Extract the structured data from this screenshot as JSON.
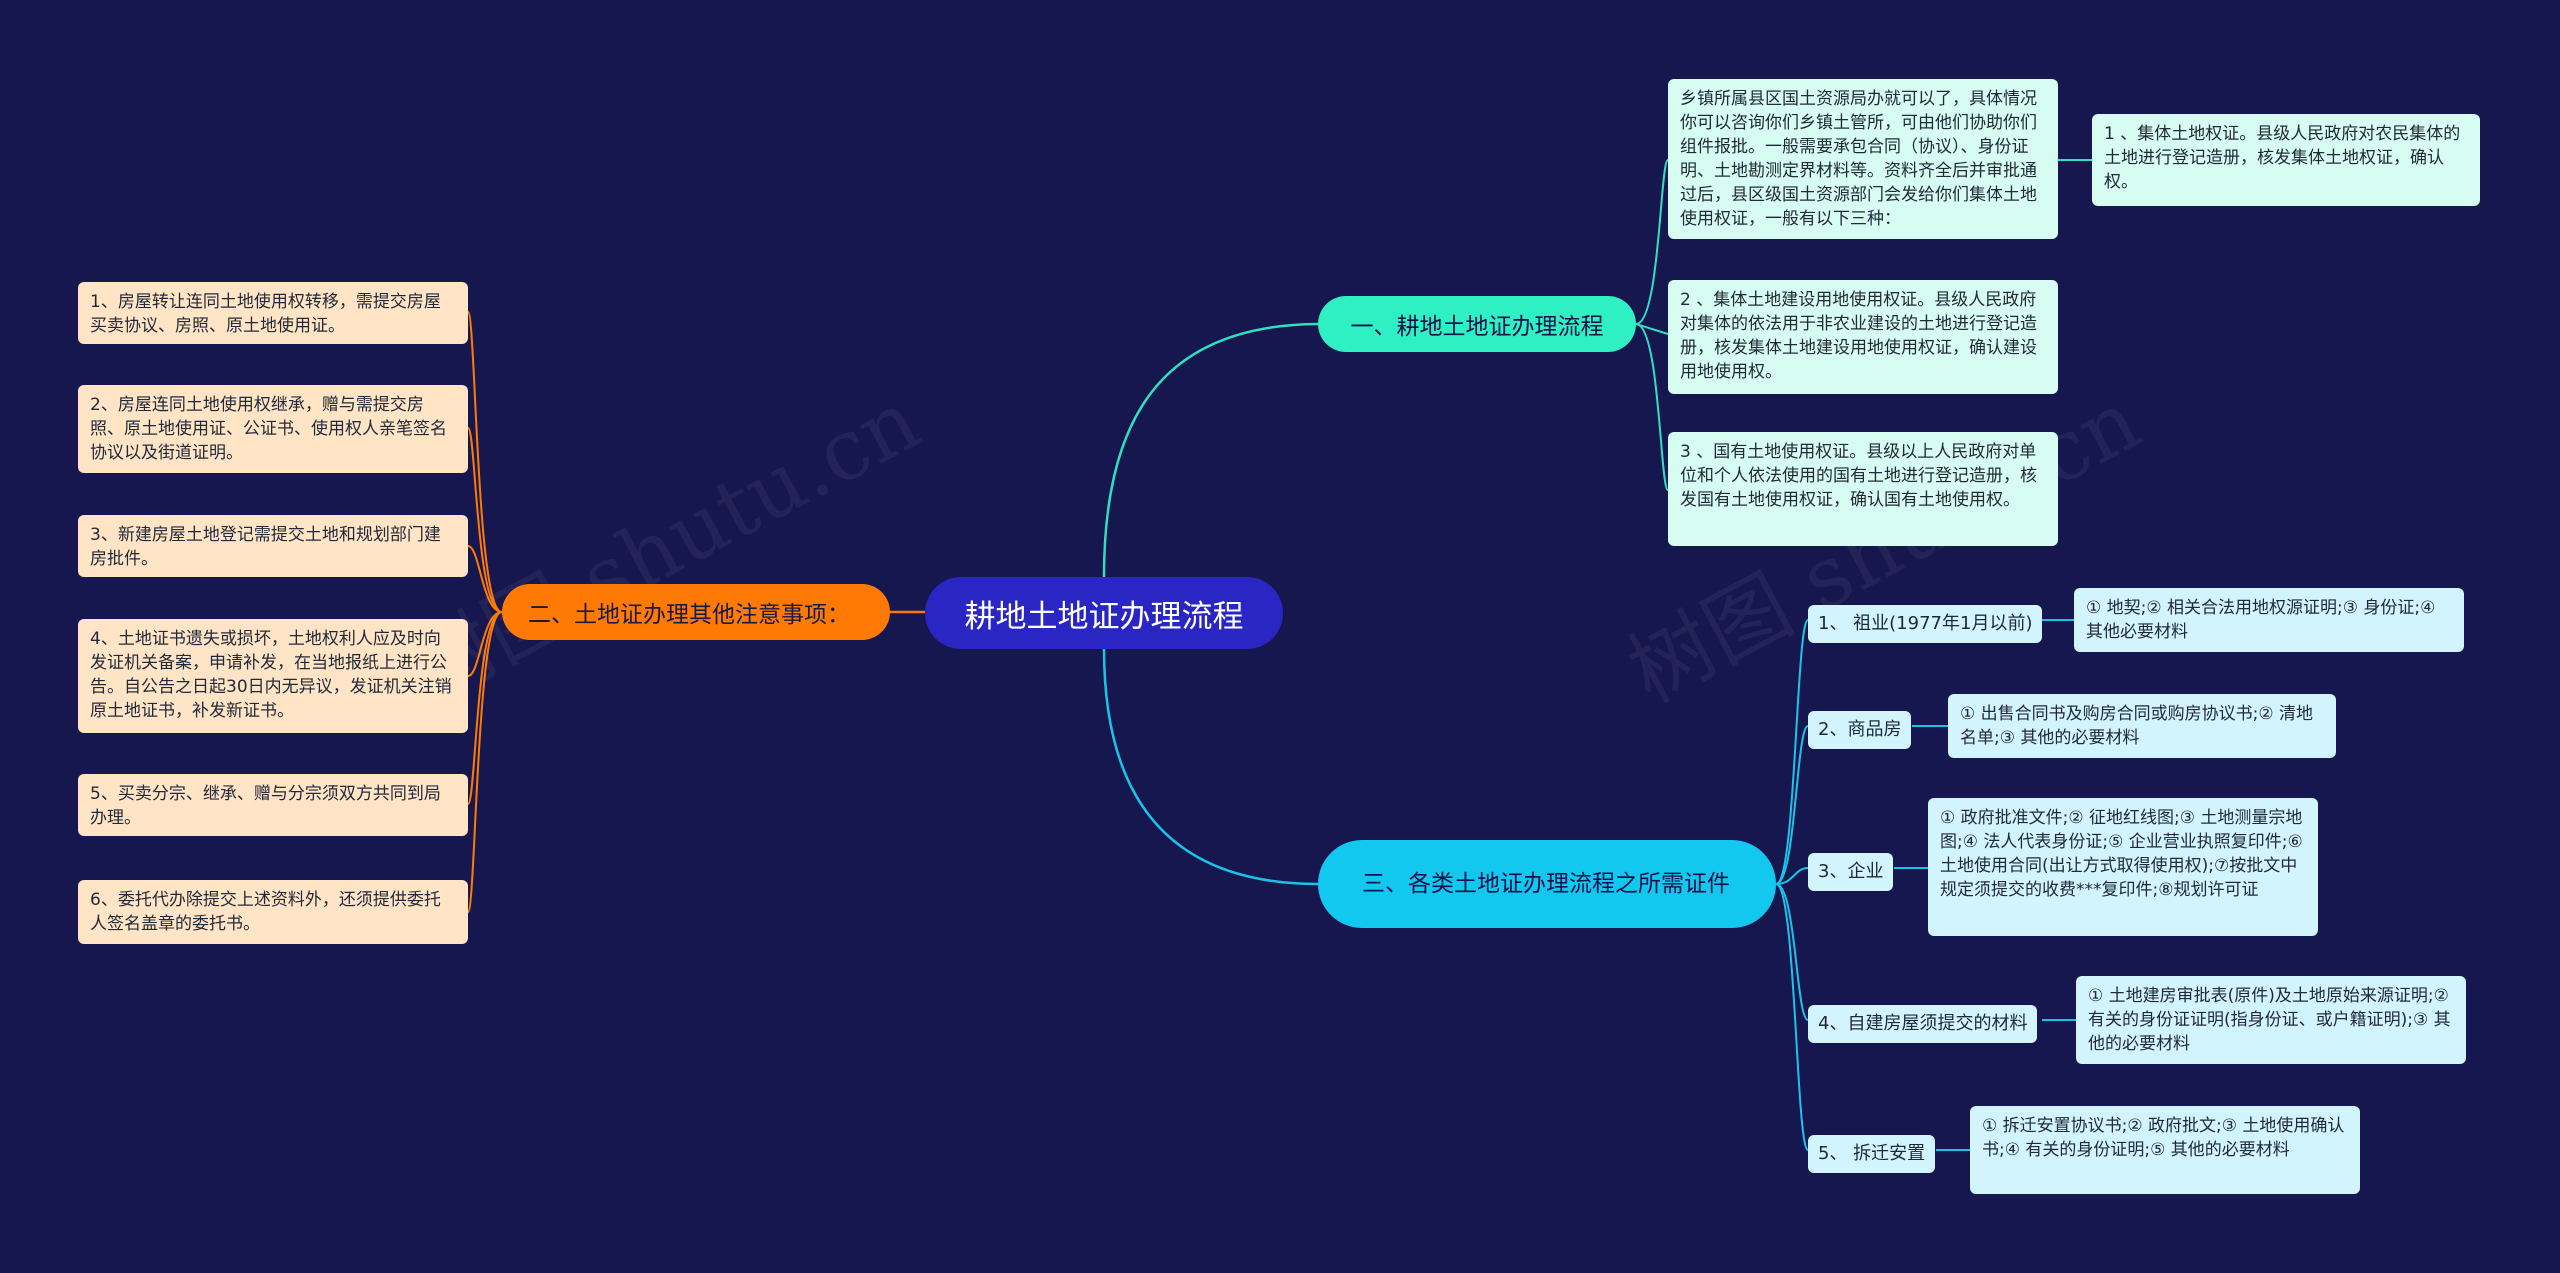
{
  "root": "耕地土地证办理流程",
  "branches": {
    "b1": {
      "label": "一、耕地土地证办理流程",
      "intro": "乡镇所属县区国土资源局办就可以了，具体情况你可以咨询你们乡镇土管所，可由他们协助你们组件报批。一般需要承包合同（协议）、身份证明、土地勘测定界材料等。资料齐全后并审批通过后，县区级国土资源部门会发给你们集体土地使用权证，一般有以下三种：",
      "item1": "1 、集体土地权证。县级人民政府对农民集体的土地进行登记造册，核发集体土地权证，确认权。",
      "item2": "2 、集体土地建设用地使用权证。县级人民政府对集体的依法用于非农业建设的土地进行登记造册，核发集体土地建设用地使用权证，确认建设用地使用权。",
      "item3": "3 、国有土地使用权证。县级以上人民政府对单位和个人依法使用的国有土地进行登记造册，核发国有土地使用权证，确认国有土地使用权。"
    },
    "b2": {
      "label": "二、土地证办理其他注意事项：",
      "items": [
        "1、房屋转让连同土地使用权转移，需提交房屋买卖协议、房照、原土地使用证。",
        "2、房屋连同土地使用权继承，赠与需提交房照、原土地使用证、公证书、使用权人亲笔签名协议以及街道证明。",
        "3、新建房屋土地登记需提交土地和规划部门建房批件。",
        "4、土地证书遗失或损坏，土地权利人应及时向发证机关备案，申请补发，在当地报纸上进行公告。自公告之日起30日内无异议，发证机关注销原土地证书，补发新证书。",
        "5、买卖分宗、继承、赠与分宗须双方共同到局办理。",
        "6、委托代办除提交上述资料外，还须提供委托人签名盖章的委托书。"
      ]
    },
    "b3": {
      "label": "三、各类土地证办理流程之所需证件",
      "subs": [
        {
          "label": "1、 祖业(1977年1月以前)",
          "detail": "① 地契;② 相关合法用地权源证明;③ 身份证;④ 其他必要材料"
        },
        {
          "label": "2、商品房",
          "detail": "① 出售合同书及购房合同或购房协议书;② 清地名单;③ 其他的必要材料"
        },
        {
          "label": "3、企业",
          "detail": "① 政府批准文件;② 征地红线图;③ 土地测量宗地图;④ 法人代表身份证;⑤ 企业营业执照复印件;⑥ 土地使用合同(出让方式取得使用权);⑦按批文中规定须提交的收费***复印件;⑧规划许可证"
        },
        {
          "label": "4、自建房屋须提交的材料",
          "detail": "① 土地建房审批表(原件)及土地原始来源证明;② 有关的身份证证明(指身份证、或户籍证明);③ 其他的必要材料"
        },
        {
          "label": "5、 拆迁安置",
          "detail": "① 拆迁安置协议书;② 政府批文;③ 土地使用确认书;④ 有关的身份证明;⑤ 其他的必要材料"
        }
      ]
    }
  },
  "watermark": "树图 shutu.cn",
  "colors": {
    "background": "#17174f",
    "root": "#2a26c4",
    "branch1": "#2ef0c2",
    "branch2": "#ff7a05",
    "branch3": "#12c8ee"
  }
}
